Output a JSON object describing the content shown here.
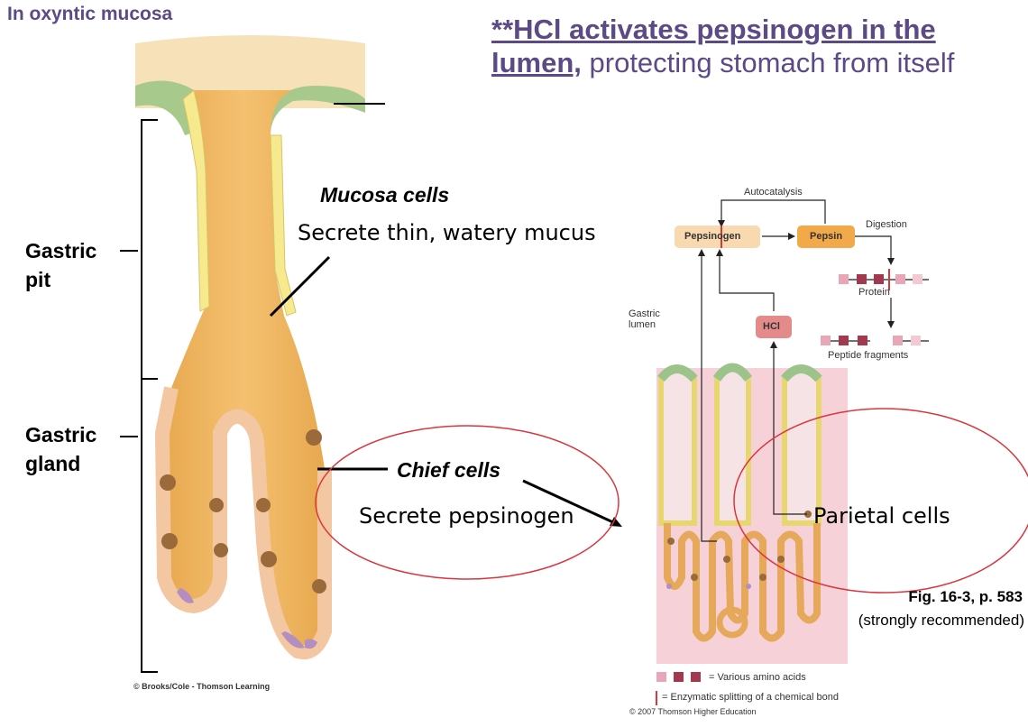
{
  "slide": {
    "corner_title": "In oxyntic mucosa",
    "headline_bold": "**HCl activates pepsinogen in the lumen,",
    "headline_rest": " protecting stomach from itself",
    "headline_line1": "**HCl activates pepsinogen in the",
    "headline_line2_u": "lumen,",
    "headline_line2_rest": " protecting stomach from itself"
  },
  "left_diagram": {
    "label_pit_1": "Gastric",
    "label_pit_2": "pit",
    "label_gland_1": "Gastric",
    "label_gland_2": "gland",
    "mucosa_title": "Mucosa cells",
    "mucosa_desc": "Secrete thin, watery mucus",
    "chief_title": "Chief cells",
    "chief_desc": "Secrete pepsinogen",
    "credit": "© Brooks/Cole - Thomson Learning"
  },
  "right_diagram": {
    "autocatalysis": "Autocatalysis",
    "pepsinogen": "Pepsinogen",
    "pepsin": "Pepsin",
    "digestion": "Digestion",
    "protein": "Protein",
    "hcl": "HCl",
    "gastric_lumen_1": "Gastric",
    "gastric_lumen_2": "lumen",
    "peptide_fragments": "Peptide fragments",
    "parietal": "Parietal cells",
    "legend_amino": "= Various amino acids",
    "legend_split": "= Enzymatic splitting of a chemical bond",
    "copyright": "© 2007 Thomson Higher Education"
  },
  "figure_ref": {
    "line1": "Fig. 16-3, p. 583",
    "line2": "(strongly recommended)"
  },
  "colors": {
    "title_purple": "#5b4a86",
    "highlight_red": "#d9363e",
    "gland_orange": "#e0a24a",
    "mucus_yellow": "#f7e98e",
    "pepsinogen_box": "#f9d9b0",
    "pepsin_box": "#f2a94a",
    "hcl_box": "#e58a8a",
    "tissue_pink": "#f6d2d8",
    "amino_pink": "#e9a6b6",
    "amino_dark": "#a3394f"
  }
}
